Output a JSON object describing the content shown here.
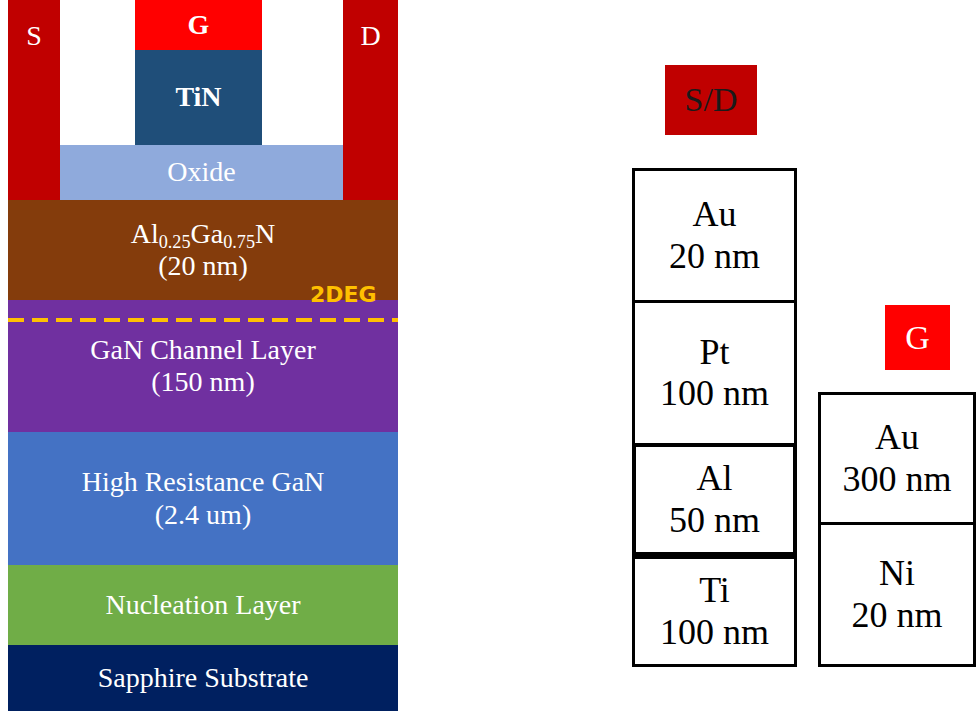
{
  "diagram": {
    "nodes": [
      {
        "text": [
          "S"
        ]
      },
      {
        "text": [
          "G"
        ]
      },
      {
        "text": [
          "TiN"
        ]
      },
      {
        "text": [
          "D"
        ]
      },
      {
        "text": [
          "Oxide"
        ]
      },
      {
        "text": [
          "Al0.25Ga0.75N",
          "(20 nm)"
        ]
      },
      {
        "text": [
          "GaN Channel Layer",
          "(150 nm)"
        ]
      },
      {
        "text": [
          "High Resistance GaN",
          "(2.4 um)"
        ]
      },
      {
        "text": [
          "Nucleation Layer"
        ]
      },
      {
        "text": [
          "Sapphire Substrate"
        ]
      },
      {
        "text": [
          "S/D"
        ]
      },
      {
        "text": [
          "Au",
          "20 nm"
        ]
      },
      {
        "text": [
          "Pt",
          "100 nm"
        ]
      },
      {
        "text": [
          "Al",
          "50 nm"
        ]
      },
      {
        "text": [
          "Ti",
          "100 nm"
        ]
      },
      {
        "text": [
          "G"
        ]
      },
      {
        "text": [
          "Au",
          "300 nm"
        ]
      },
      {
        "text": [
          "Ni",
          "20 nm"
        ]
      }
    ],
    "labels": [
      "2DEG"
    ]
  }
}
